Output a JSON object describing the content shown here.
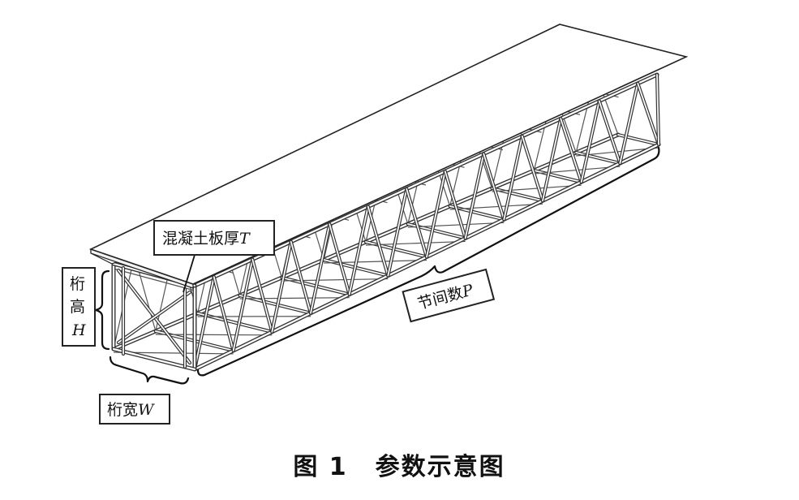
{
  "labels": {
    "slab": "混凝土板厚",
    "slab_var": "T",
    "height_1": "桁",
    "height_2": "高",
    "height_var": "H",
    "width": "桁宽",
    "width_var": "W",
    "panels": "节间数",
    "panels_var": "P"
  },
  "caption": {
    "number": "图 1",
    "title": "参数示意图"
  }
}
